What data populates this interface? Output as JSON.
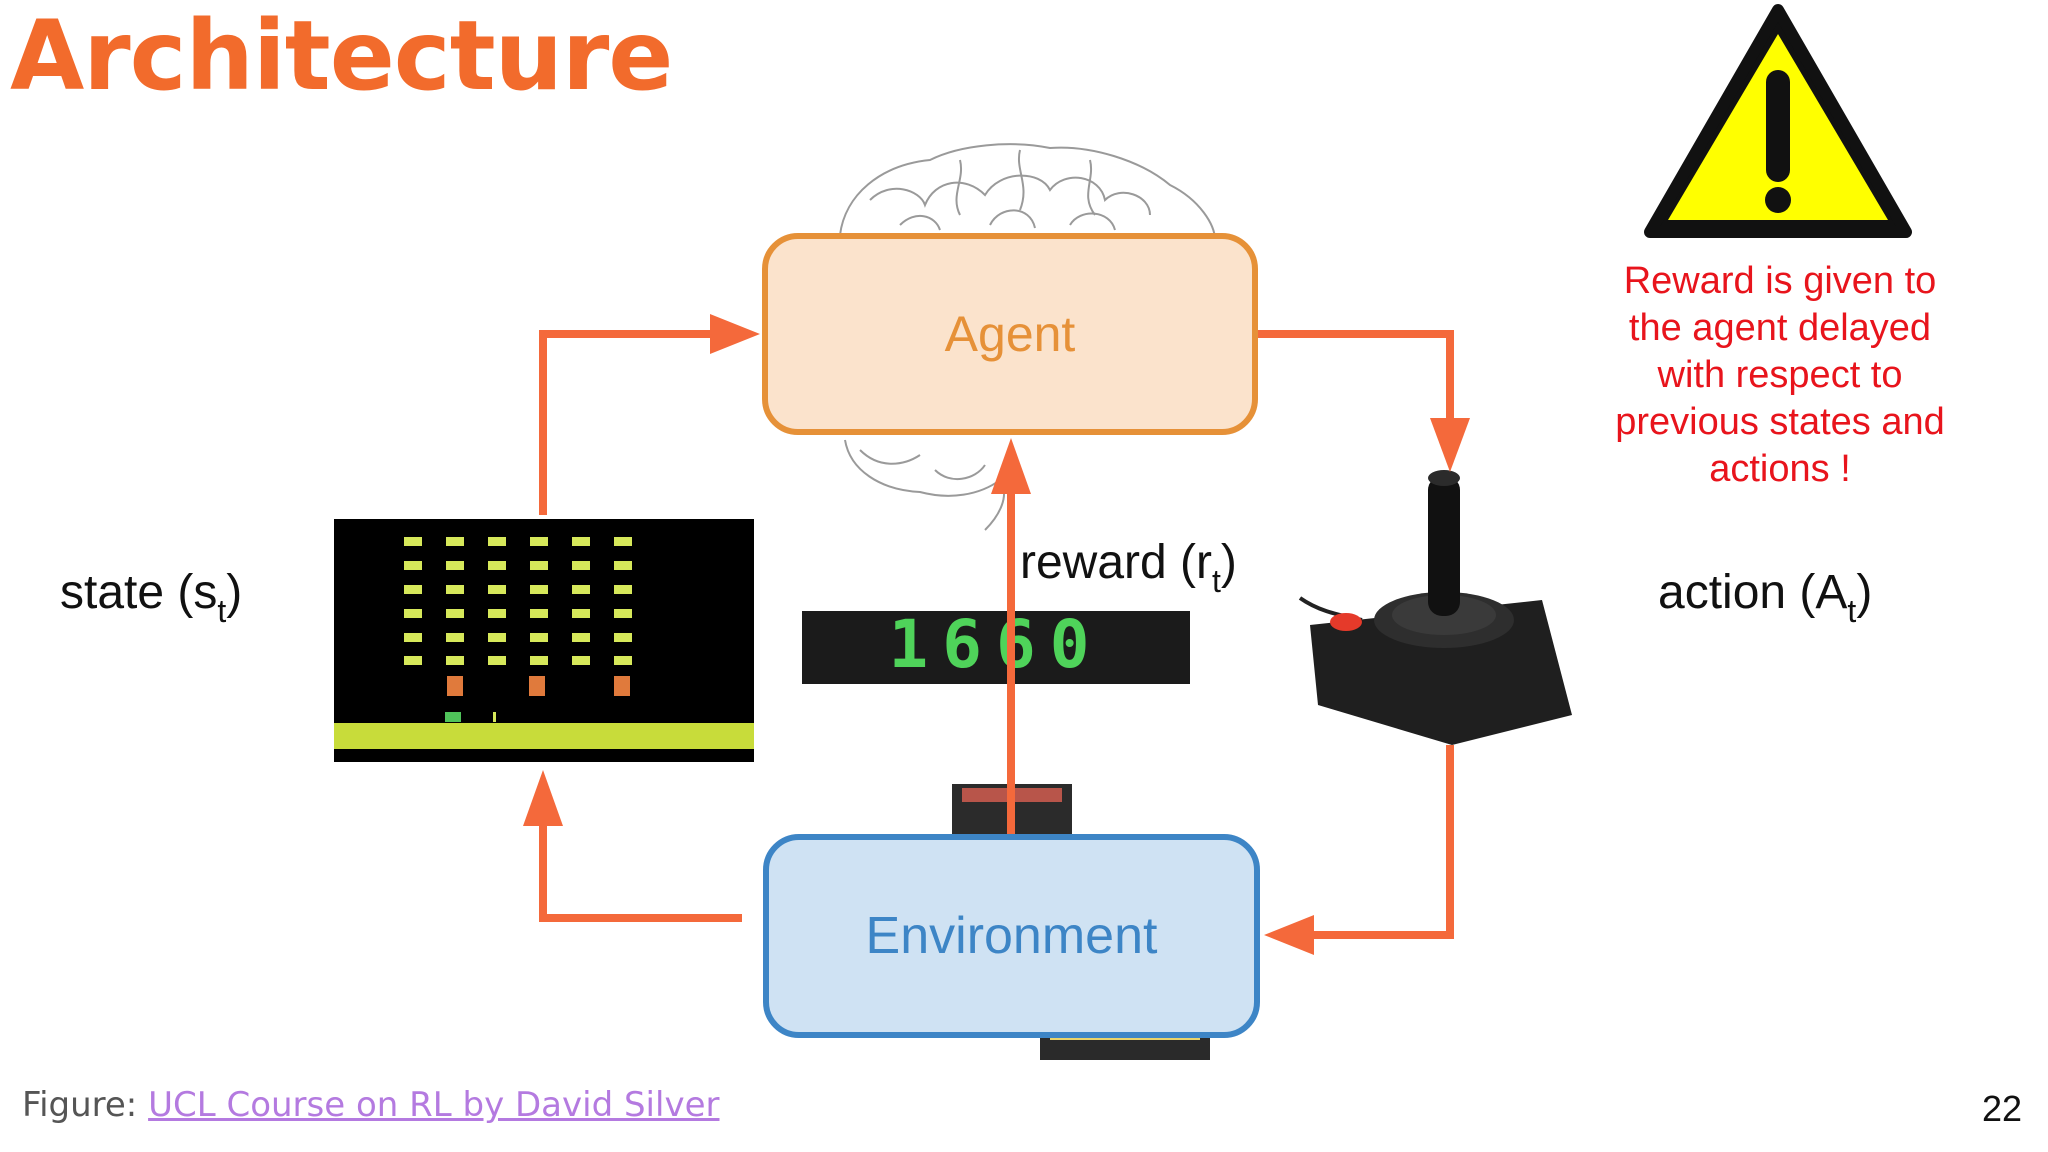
{
  "slide": {
    "title": "Architecture",
    "page_number": "22"
  },
  "diagram": {
    "agent_label": "Agent",
    "environment_label": "Environment",
    "state_label": "state (s",
    "state_sub": "t",
    "state_close": ")",
    "reward_label": "reward (r",
    "reward_sub": "t",
    "reward_close": ")",
    "action_label": "action (A",
    "action_sub": "t",
    "action_close": ")",
    "score_display": "1660"
  },
  "warning": {
    "text": "Reward is given to the agent delayed with respect to previous states and actions !"
  },
  "footer": {
    "prefix": "Figure: ",
    "link_text": "UCL Course on RL by David Silver"
  },
  "colors": {
    "title": "#f26b2c",
    "arrow": "#f4693b",
    "agent_fill": "#fbe3cc",
    "agent_border": "#e69138",
    "environment_fill": "#cfe2f3",
    "environment_border": "#3d85c6",
    "warning_text": "#e8141c",
    "warning_sign": "#ffff00",
    "link": "#b47ae0"
  },
  "icons": [
    "brain-illustration",
    "space-invaders-screen",
    "score-display",
    "joystick-icon",
    "cartridge-icon",
    "warning-icon"
  ]
}
